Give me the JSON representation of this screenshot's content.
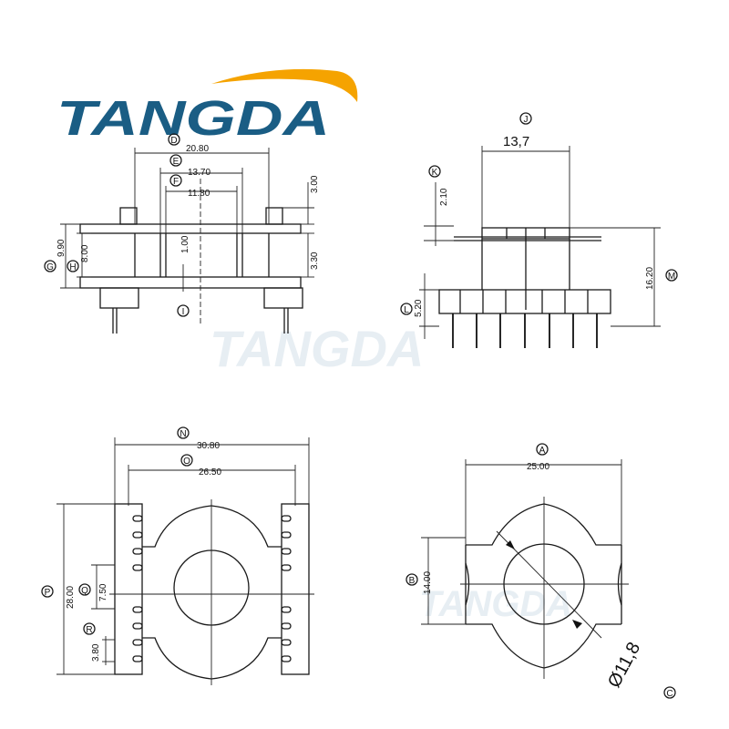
{
  "logo": {
    "text": "TANGDA",
    "color": "#1a5d84",
    "swoosh_color": "#f5a300"
  },
  "watermark": "TANGDA",
  "views": {
    "side": {
      "dims": {
        "D": "20.80",
        "E": "13.70",
        "F": "11.80",
        "G": "9.90",
        "H": "8.00",
        "I": "1.00",
        "top": "3.00",
        "bottom": "3.30"
      },
      "letters": {
        "D": "D",
        "E": "E",
        "F": "F",
        "G": "G",
        "H": "H",
        "I": "I"
      }
    },
    "front": {
      "dims": {
        "J": "13,7",
        "K": "2.10",
        "L": "5.20",
        "M": "16.20"
      },
      "letters": {
        "J": "J",
        "K": "K",
        "L": "L",
        "M": "M"
      }
    },
    "bottom_left": {
      "dims": {
        "N": "30.80",
        "O": "26.50",
        "P": "28.00",
        "Q": "7.50",
        "R": "3.80"
      },
      "letters": {
        "N": "N",
        "O": "O",
        "P": "P",
        "Q": "Q",
        "R": "R"
      }
    },
    "bottom_right": {
      "dims": {
        "A": "25.00",
        "B": "14.00",
        "C": "Ø11,8"
      },
      "letters": {
        "A": "A",
        "B": "B",
        "C": "C"
      }
    }
  }
}
